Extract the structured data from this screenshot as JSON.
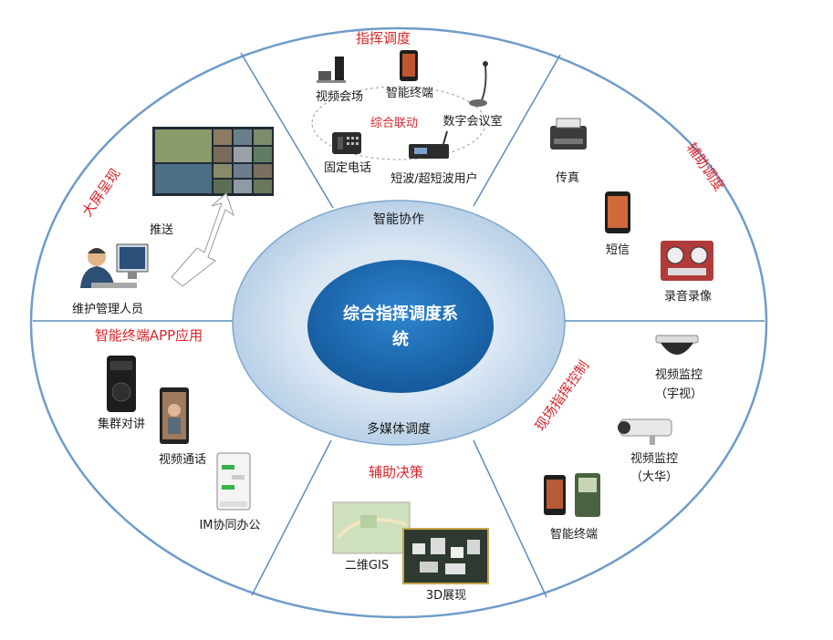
{
  "center": {
    "line1": "综合指挥调度系",
    "line2": "统"
  },
  "ring": {
    "top_label": "智能协作",
    "bottom_label": "多媒体调度"
  },
  "sections": {
    "command_dispatch": {
      "title": "指挥调度",
      "inner_label": "综合联动",
      "items": [
        "视频会场",
        "智能终端",
        "数字会议室",
        "固定电话",
        "短波/超短波用户"
      ]
    },
    "big_screen": {
      "title": "大屏呈现",
      "push_label": "推送",
      "operator_label": "维护管理人员"
    },
    "assist_dispatch": {
      "title": "辅助调度",
      "items": [
        "传真",
        "短信",
        "录音录像"
      ]
    },
    "terminal_app": {
      "title": "智能终端APP应用",
      "items": [
        "集群对讲",
        "视频通话",
        "IM协同办公"
      ]
    },
    "field_command": {
      "title": "现场指挥控制",
      "camera1": [
        "视频监控",
        "（宇视）"
      ],
      "camera2": [
        "视频监控",
        "（大华）"
      ],
      "terminal": "智能终端"
    },
    "assist_decision": {
      "title": "辅助决策",
      "items": [
        "二维GIS",
        "3D展现"
      ]
    }
  },
  "colors": {
    "ring_fill": "#d4e3f1",
    "center_fill": "#1d6db3",
    "section_title": "#d8262b",
    "divider": "#5b8dbd",
    "outer_border": "#6f9cc9"
  }
}
